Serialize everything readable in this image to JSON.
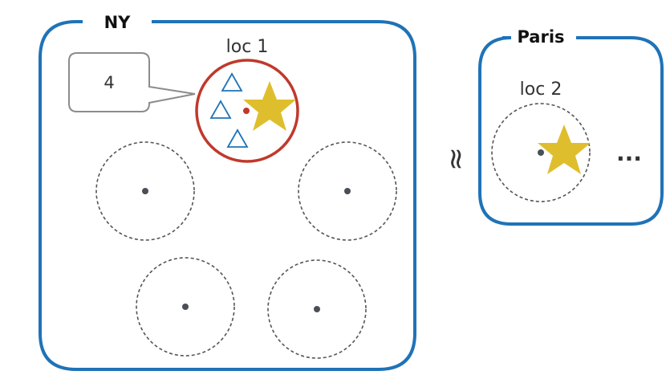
{
  "regions": {
    "ny": {
      "label": "NY"
    },
    "paris": {
      "label": "Paris"
    }
  },
  "locations": {
    "loc1": {
      "label": "loc 1"
    },
    "loc2": {
      "label": "loc 2"
    }
  },
  "callout": {
    "value": "4"
  },
  "approx_symbol": "≈",
  "ellipsis": "...",
  "colors": {
    "region_border": "#1f73b7",
    "highlight_circle": "#c0392b",
    "center_dot_highlight": "#c0392b",
    "center_dot": "#4a4f57",
    "dashed_circle": "#555555",
    "star": "#dfbe2e",
    "triangle": "#1f73b7",
    "callout_border": "#8c8c8c"
  },
  "icons": {
    "triangle": "triangle-icon",
    "star": "star-icon"
  }
}
